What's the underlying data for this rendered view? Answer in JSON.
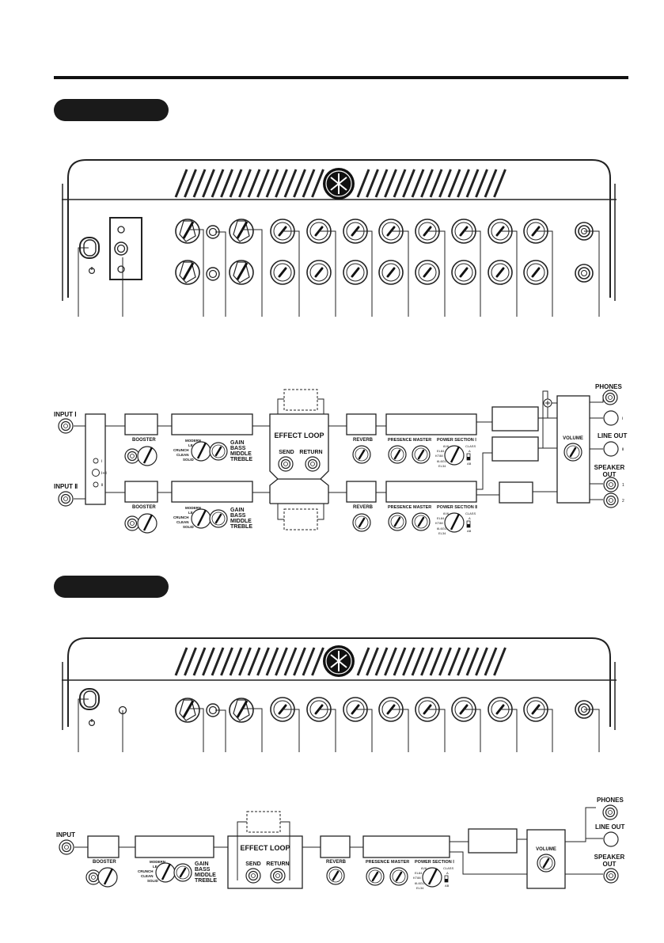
{
  "section_tabs": [
    "",
    ""
  ],
  "upper": {
    "inputs": [
      "INPUT Ⅰ",
      "INPUT Ⅱ"
    ],
    "channel_switch": [
      "Ⅰ",
      "Ⅰ+Ⅱ",
      "Ⅱ"
    ],
    "booster": "BOOSTER",
    "modes": [
      "MODERN",
      "LEAD",
      "CRUNCH",
      "CLEAN",
      "SOLID"
    ],
    "tone_lines": [
      "GAIN",
      "BASS",
      "MIDDLE",
      "TREBLE"
    ],
    "effect_loop": "EFFECT LOOP",
    "send": "SEND",
    "return": "RETURN",
    "reverb": "REVERB",
    "presence": "PRESENCE",
    "master": "MASTER",
    "power_section_1": "POWER SECTION Ⅰ",
    "power_section_2": "POWER SECTION Ⅱ",
    "tubes": [
      "6V6",
      "EL84",
      "KT88",
      "6L6GC",
      "EL34"
    ],
    "class_label": "CLASS",
    "class_options": [
      "A",
      "AB"
    ],
    "volume": "VOLUME",
    "phones": "PHONES",
    "line_out": "LINE OUT",
    "line_out_marks": [
      "Ⅰ",
      "Ⅱ"
    ],
    "speaker_out": [
      "SPEAKER",
      "OUT"
    ],
    "speaker_marks": [
      "1",
      "2"
    ]
  },
  "lower": {
    "input": "INPUT",
    "booster": "BOOSTER",
    "modes": [
      "MODERN",
      "LEAD",
      "CRUNCH",
      "CLEAN",
      "SOLID"
    ],
    "tone_lines": [
      "GAIN",
      "BASS",
      "MIDDLE",
      "TREBLE"
    ],
    "effect_loop": "EFFECT LOOP",
    "send": "SEND",
    "return": "RETURN",
    "reverb": "REVERB",
    "presence": "PRESENCE",
    "master": "MASTER",
    "power_section": "POWER SECTION Ⅰ",
    "tubes": [
      "6V6",
      "EL84",
      "KT88",
      "6L6GC",
      "EL34"
    ],
    "class_label": "CLASS",
    "class_options": [
      "A",
      "AB"
    ],
    "volume": "VOLUME",
    "phones": "PHONES",
    "line_out": "LINE OUT",
    "speaker_out": [
      "SPEAKER",
      "OUT"
    ]
  }
}
